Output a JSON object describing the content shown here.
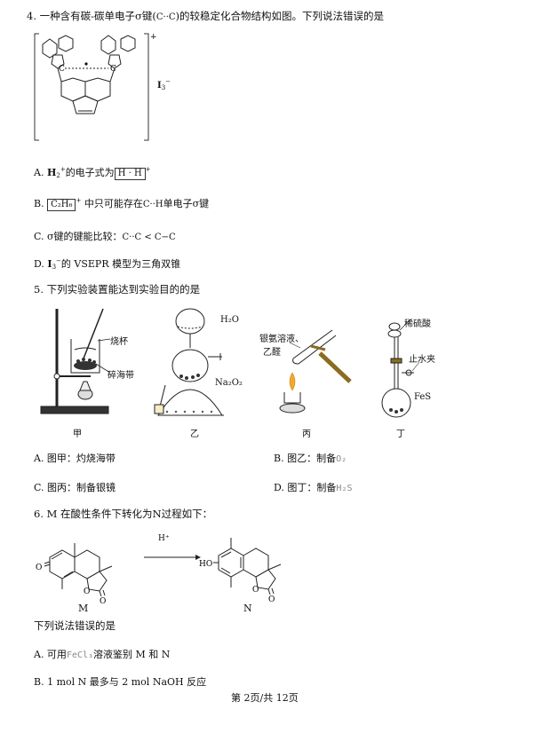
{
  "q4": {
    "stem": "4. 一种含有碳-碳单电子σ键(",
    "stem_bond": "C··C",
    "stem_tail": ")的较稳定化合物结构如图。下列说法错误的是",
    "fig_plus": "+",
    "fig_counterion": "I",
    "fig_counterion_sub": "3",
    "fig_counterion_sup": "−",
    "fig_atom_c1": "C",
    "fig_atom_c2": "C",
    "opt_a_pre": "A. ",
    "opt_a_formula": "H",
    "opt_a_sub": "2",
    "opt_a_sup": "+",
    "opt_a_mid": "的电子式为",
    "opt_a_elec": "H · H",
    "opt_a_elec_sup": "+",
    "opt_b_pre": "B. ",
    "opt_b_formula": "C₂H₆",
    "opt_b_sup": "+",
    "opt_b_mid": " 中只可能存在",
    "opt_b_bond": "C··H",
    "opt_b_tail": "单电子σ键",
    "opt_c_pre": "C. σ键的键能比较：",
    "opt_c_expr": "C··C < C−C",
    "opt_d_pre": "D. ",
    "opt_d_formula": "I",
    "opt_d_sub": "3",
    "opt_d_sup": "−",
    "opt_d_tail": "的 VSEPR 模型为三角双锥"
  },
  "q5": {
    "stem": "5. 下列实验装置能达到实验目的的是",
    "label_beaker": "烧杯",
    "label_seaweed": "碎海带",
    "label_h2o": "H₂O",
    "label_na2o2": "Na₂O₂",
    "label_silver_ammonia": "银氨溶液、",
    "label_acetylene": "乙醛",
    "label_dilute_acid": "稀硫酸",
    "label_clamp": "止水夹",
    "label_fes": "FeS",
    "cap_jia": "甲",
    "cap_yi": "乙",
    "cap_bing": "丙",
    "cap_ding": "丁",
    "opt_a": "A. 图甲：灼烧海带",
    "opt_b_pre": "B. 图乙：制备",
    "opt_b_gas": "O₂",
    "opt_c": "C. 图丙：制备银镜",
    "opt_d_pre": "D. 图丁：制备",
    "opt_d_gas": "H₂S"
  },
  "q6": {
    "stem_pre": "6. M 在酸性条件下转化为",
    "stem_n": "N",
    "stem_tail": "过程如下：",
    "arrow_label": "H⁺",
    "label_m": "M",
    "label_n": "N",
    "struct_o1": "O",
    "struct_o2": "O",
    "struct_o3": "O",
    "struct_ho": "HO",
    "struct_o4": "O",
    "struct_o5": "O",
    "ask": "下列说法错误的是",
    "opt_a_pre": "A. 可用",
    "opt_a_reagent": "FeCl₃",
    "opt_a_tail": "溶液鉴别 M 和 N",
    "opt_b": "B. 1 mol N 最多与 2 mol NaOH 反应"
  },
  "footer": "第 2页/共 12页"
}
